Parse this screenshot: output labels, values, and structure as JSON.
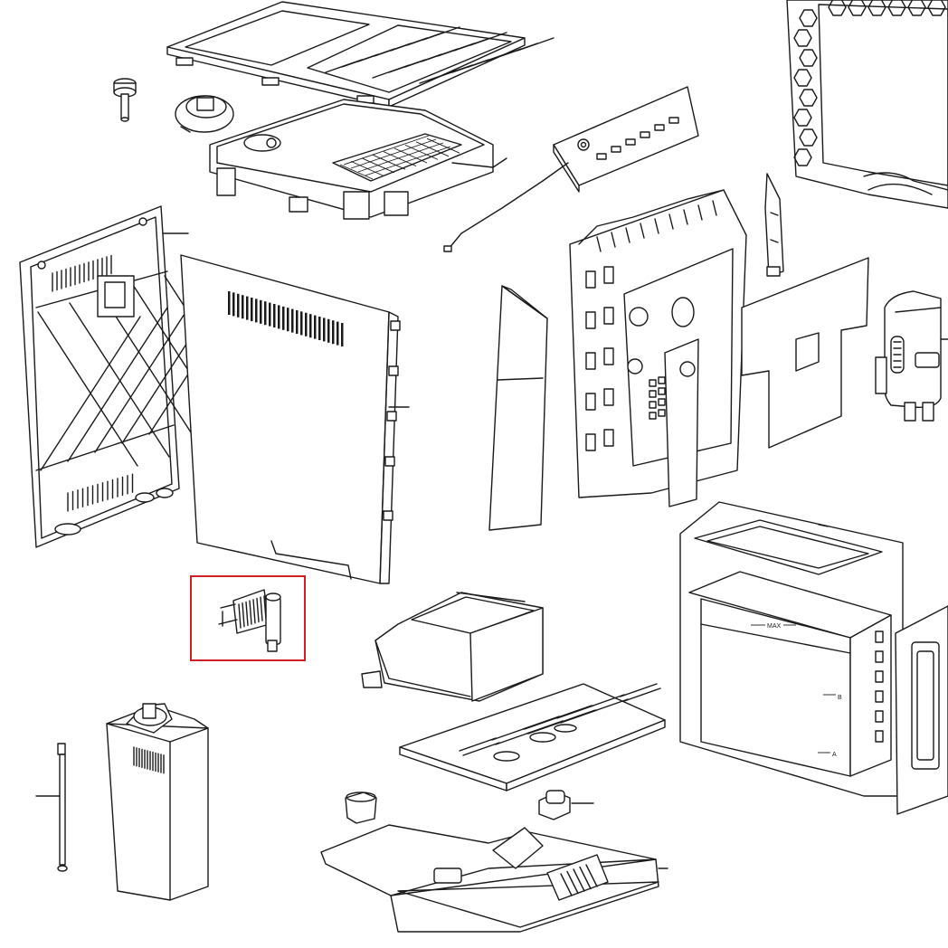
{
  "highlight_color": "#d21f26",
  "line_color": "#1a1a1a",
  "tank": {
    "max_label": "MAX",
    "level_b": "B",
    "level_a": "A"
  }
}
